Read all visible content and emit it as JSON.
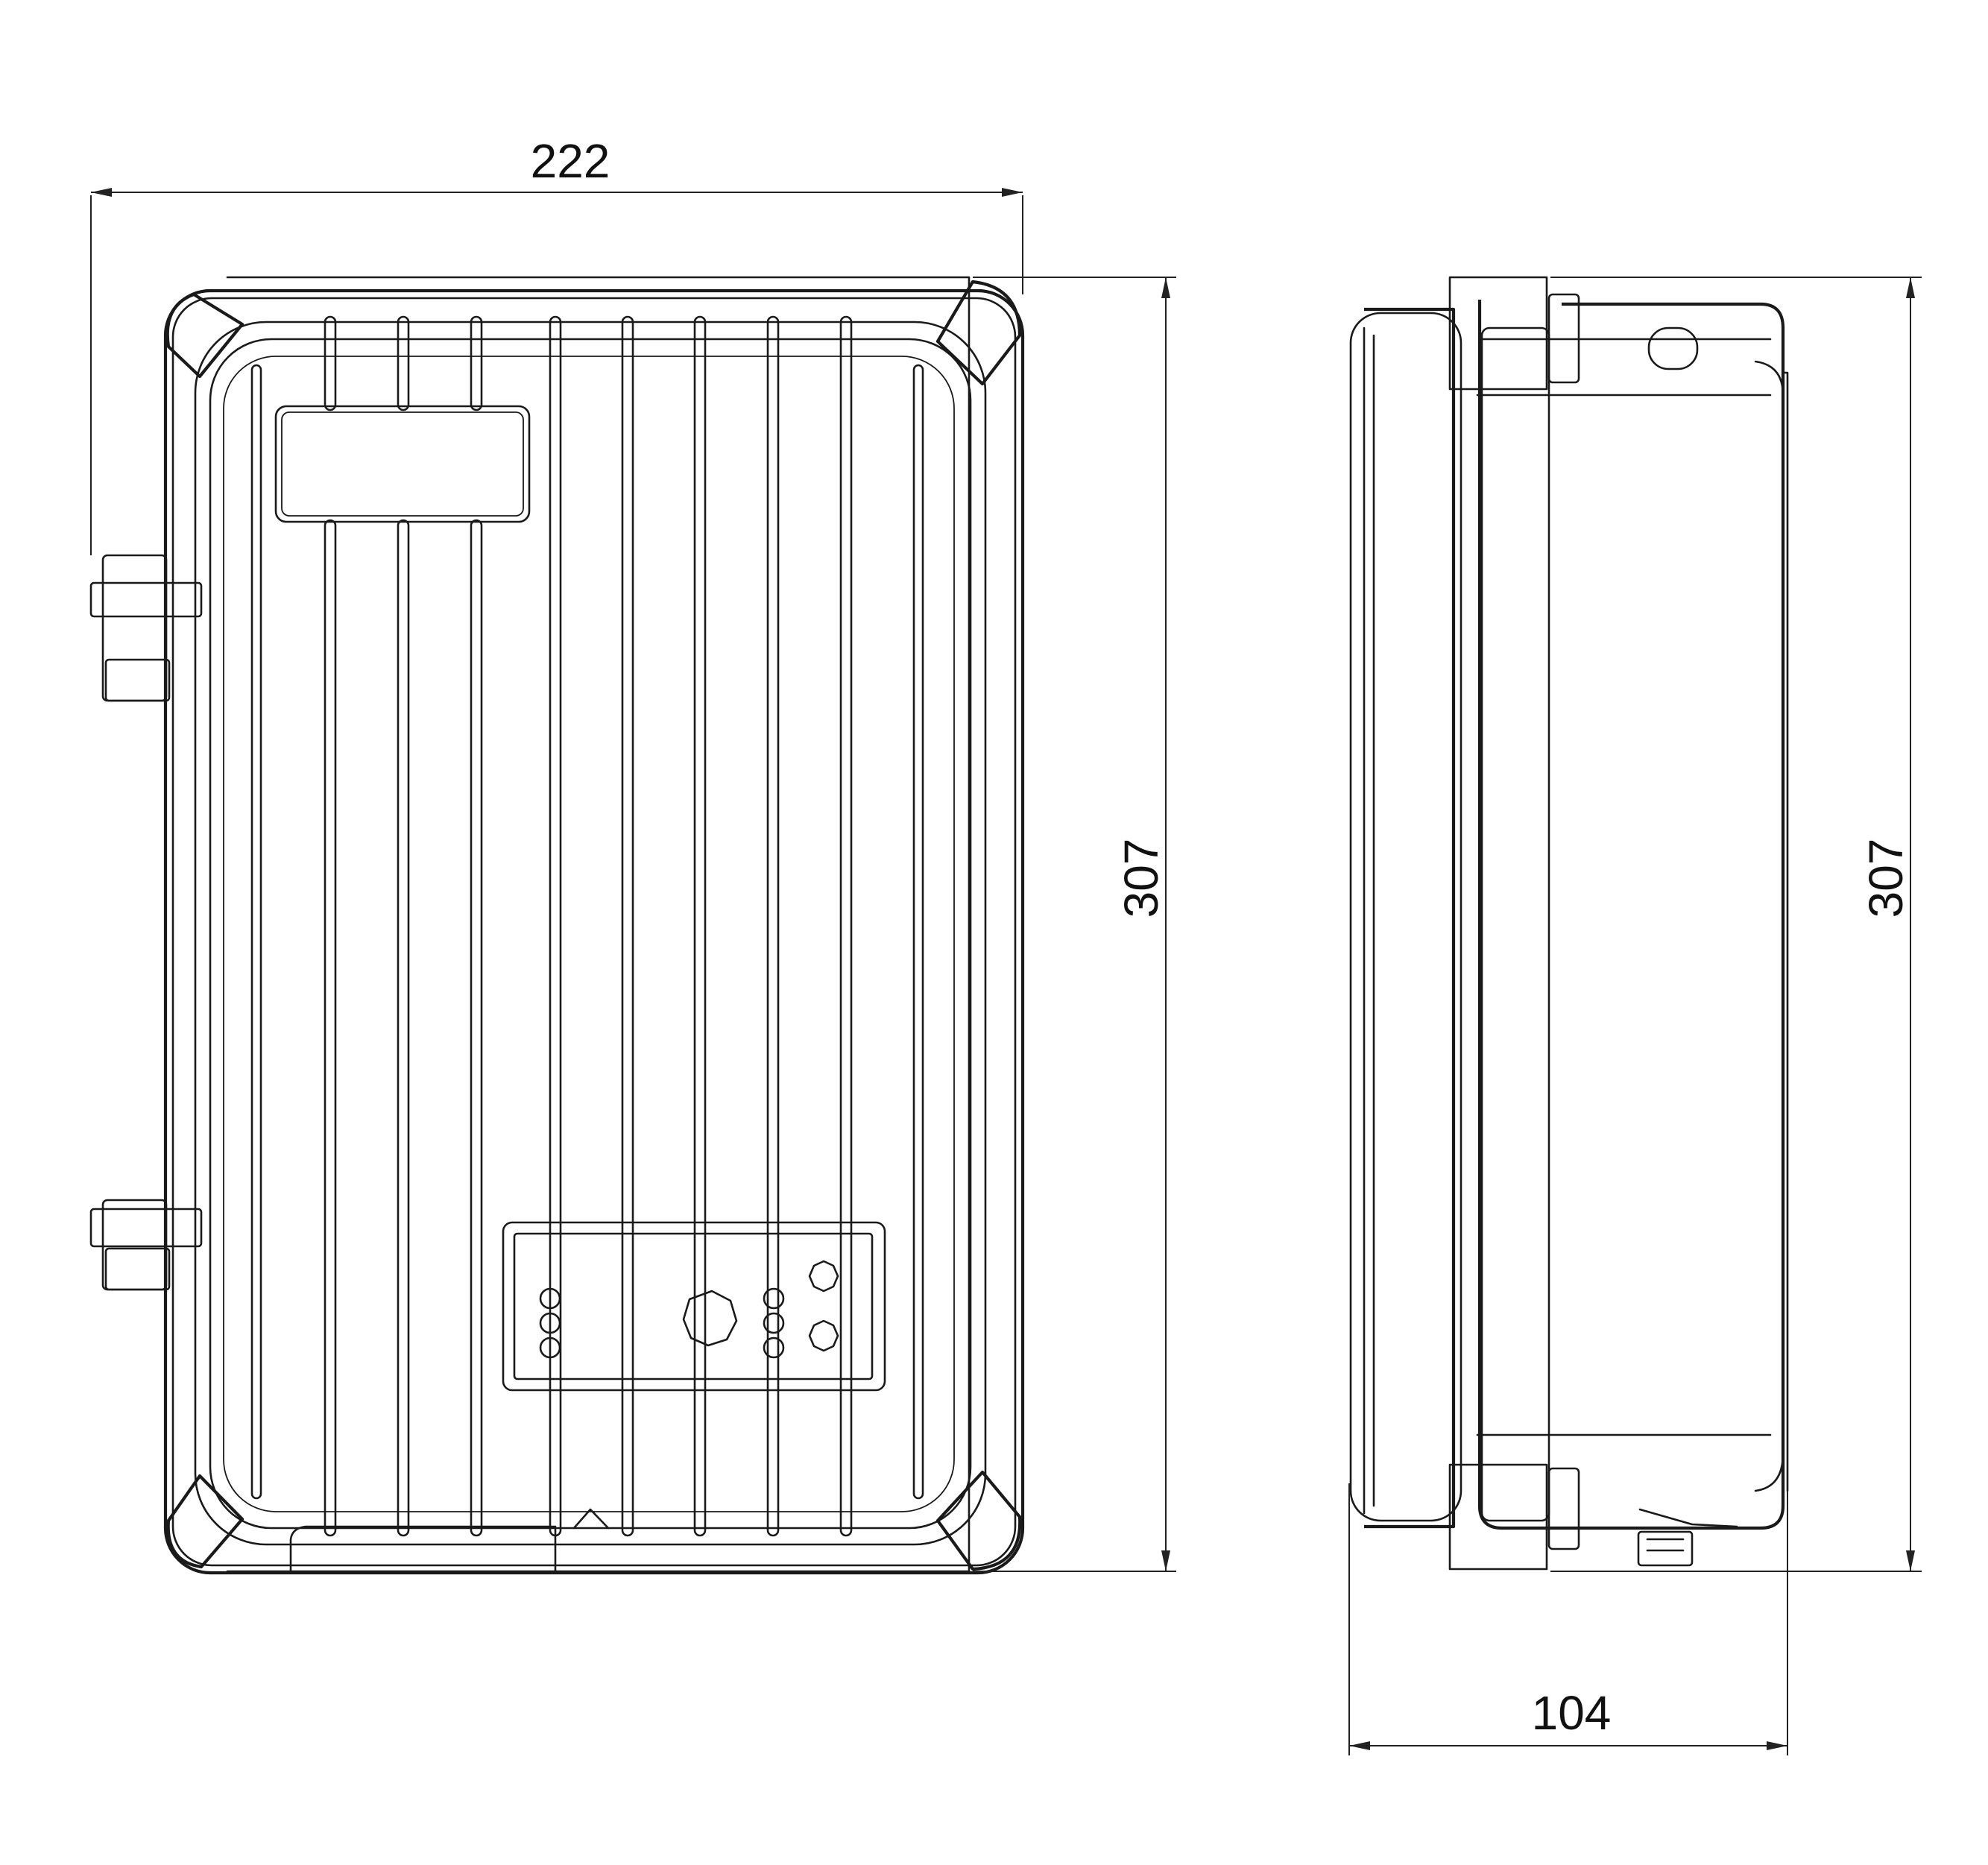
{
  "dimensions": {
    "front_width": "222",
    "front_height": "307",
    "side_height": "307",
    "side_depth": "104"
  },
  "colors": {
    "line": "#1a1a1a",
    "background": "#ffffff"
  }
}
